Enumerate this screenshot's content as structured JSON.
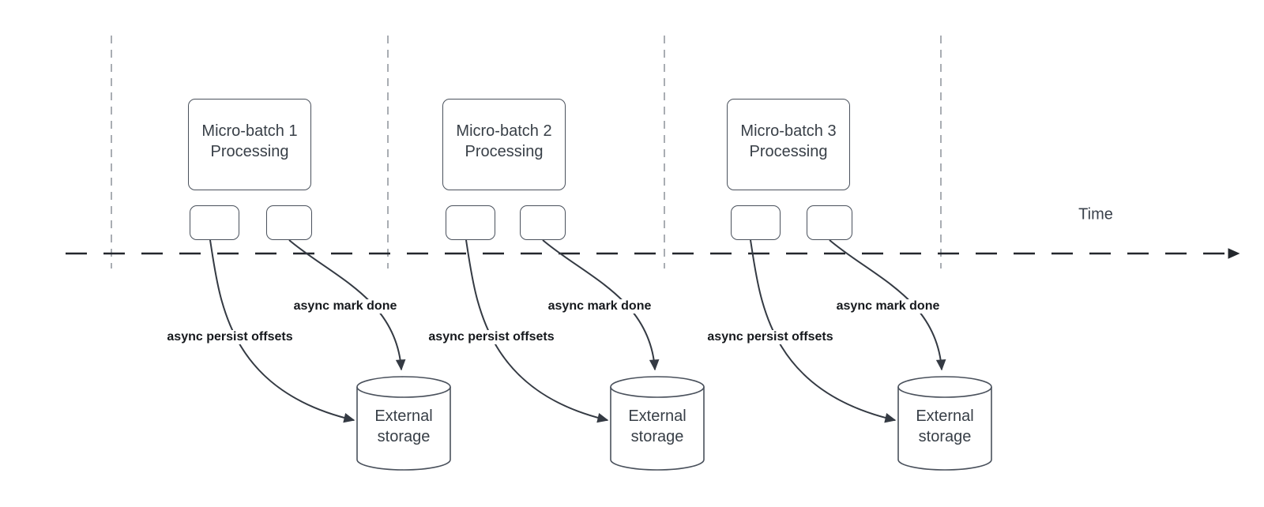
{
  "timeline": {
    "label": "Time"
  },
  "groups": [
    {
      "id": "micro-batch-1",
      "processing_label": "Micro-batch 1\nProcessing",
      "persist_offsets_label": "async persist offsets",
      "mark_done_label": "async mark done",
      "storage_label": "External\nstorage"
    },
    {
      "id": "micro-batch-2",
      "processing_label": "Micro-batch 2\nProcessing",
      "persist_offsets_label": "async persist offsets",
      "mark_done_label": "async mark done",
      "storage_label": "External\nstorage"
    },
    {
      "id": "micro-batch-3",
      "processing_label": "Micro-batch 3\nProcessing",
      "persist_offsets_label": "async persist offsets",
      "mark_done_label": "async mark done",
      "storage_label": "External\nstorage"
    }
  ],
  "colors": {
    "background": "#ffffff",
    "shape_border": "#4a515c",
    "shape_text": "#383f47",
    "bold_label_text": "#16191d",
    "arrow_stroke": "#343a43",
    "timeline_stroke": "#23272c",
    "guide_line": "#a9adb3",
    "time_label_text": "#3a414b"
  }
}
